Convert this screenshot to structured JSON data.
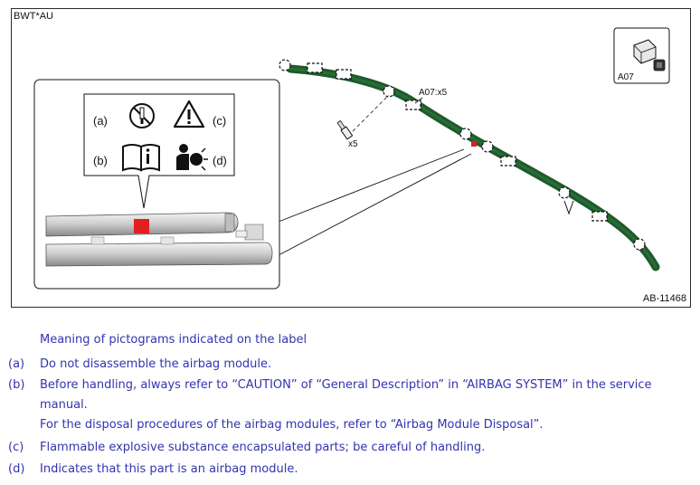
{
  "figure": {
    "code": "BWT*AU",
    "id": "AB-11468",
    "connector_label": "A07:x5",
    "bolt_label": "x5",
    "inset_label": "A07",
    "pictogram_keys": [
      "(a)",
      "(b)",
      "(c)",
      "(d)"
    ],
    "colors": {
      "airbag": "#1f5a2c",
      "label_mark": "#e02020",
      "frame": "#2b2b2b"
    }
  },
  "legend": {
    "heading": "Meaning of pictograms indicated on the label",
    "items": [
      {
        "key": "(a)",
        "text": "Do not disassemble the airbag module."
      },
      {
        "key": "(b)",
        "text": "Before handling, always refer to “CAUTION” of “General Description” in “AIRBAG SYSTEM” in the service manual."
      },
      {
        "key": "",
        "text": "For the disposal procedures of the airbag modules, refer to “Airbag Module Disposal”."
      },
      {
        "key": "(c)",
        "text": "Flammable explosive substance encapsulated parts; be careful of handling."
      },
      {
        "key": "(d)",
        "text": "Indicates that this part is an airbag module."
      }
    ],
    "text_color": "#3333b0"
  }
}
